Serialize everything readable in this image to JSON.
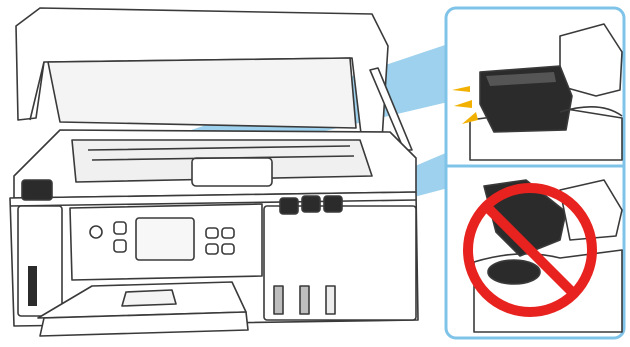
{
  "figure": {
    "subject": "printer-ink-tank-cap-instruction",
    "panels": [
      {
        "id": "main-printer",
        "icon": "printer-open-scanner-icon"
      },
      {
        "id": "zoom-correct",
        "icon": "tank-cap-closed-icon",
        "marker": "click-sparkle-icon"
      },
      {
        "id": "zoom-incorrect",
        "icon": "tank-cap-open-icon",
        "marker": "prohibited-icon"
      }
    ],
    "colors": {
      "outline": "#3a3a3a",
      "callout_border": "#7fc4e8",
      "callout_beam": "#7fc4e8",
      "sparkle": "#f2b100",
      "prohibited": "#e8231f",
      "ink_tank_dark": "#2b2b2b",
      "background": "#ffffff"
    }
  }
}
